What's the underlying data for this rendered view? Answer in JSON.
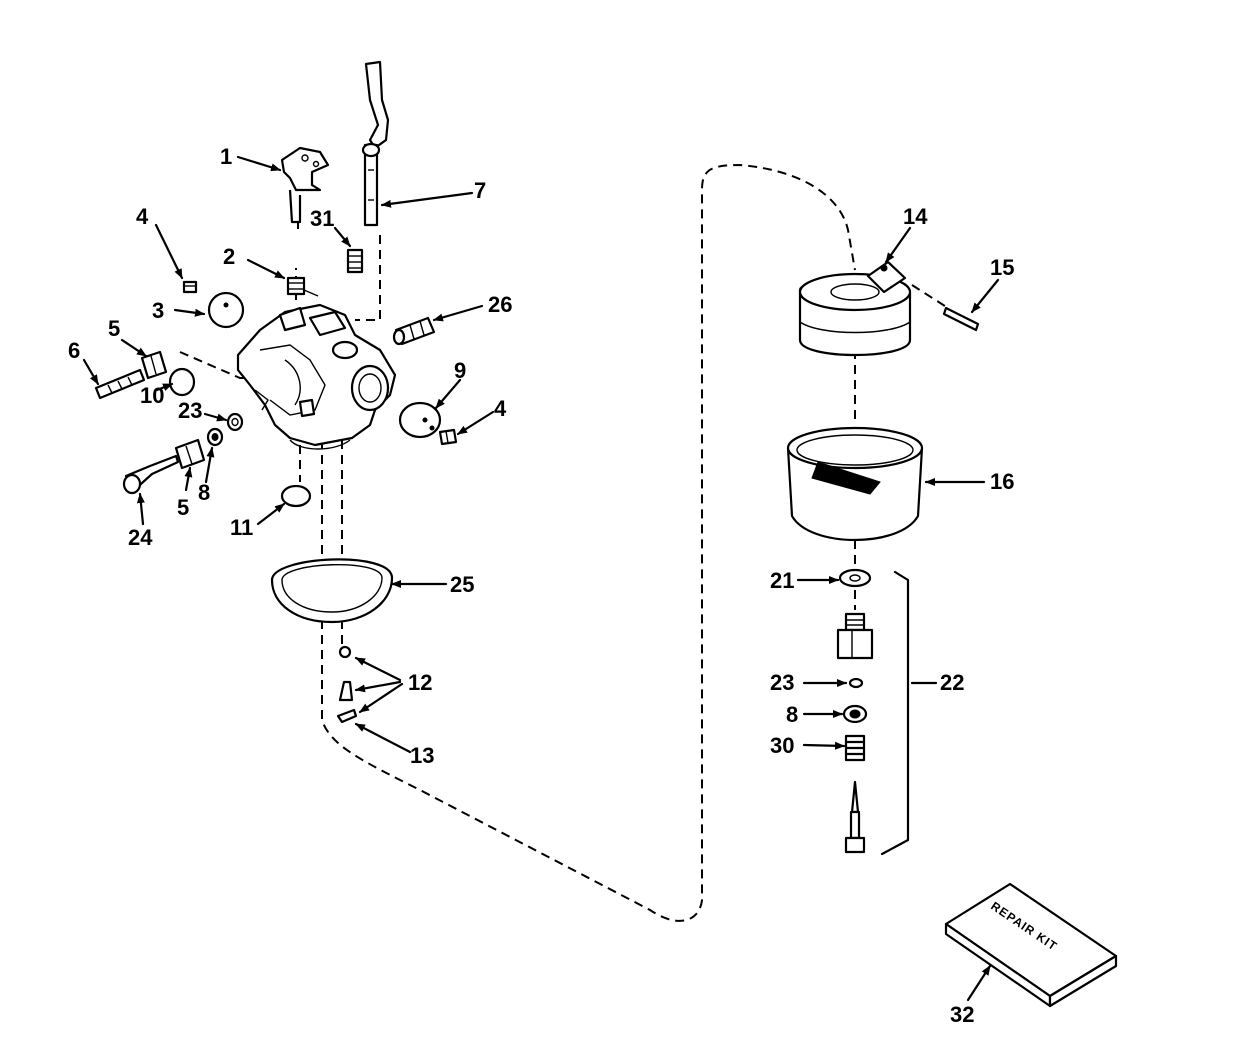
{
  "callouts": {
    "n1": "1",
    "n2": "2",
    "n3": "3",
    "n4a": "4",
    "n4b": "4",
    "n5a": "5",
    "n5b": "5",
    "n6": "6",
    "n7": "7",
    "n8a": "8",
    "n8b": "8",
    "n9": "9",
    "n10": "10",
    "n11": "11",
    "n12": "12",
    "n13": "13",
    "n14": "14",
    "n15": "15",
    "n16": "16",
    "n21": "21",
    "n22": "22",
    "n23a": "23",
    "n23b": "23",
    "n24": "24",
    "n25": "25",
    "n26": "26",
    "n30": "30",
    "n31": "31",
    "n32": "32"
  },
  "repair_kit_label": "REPAIR KIT"
}
